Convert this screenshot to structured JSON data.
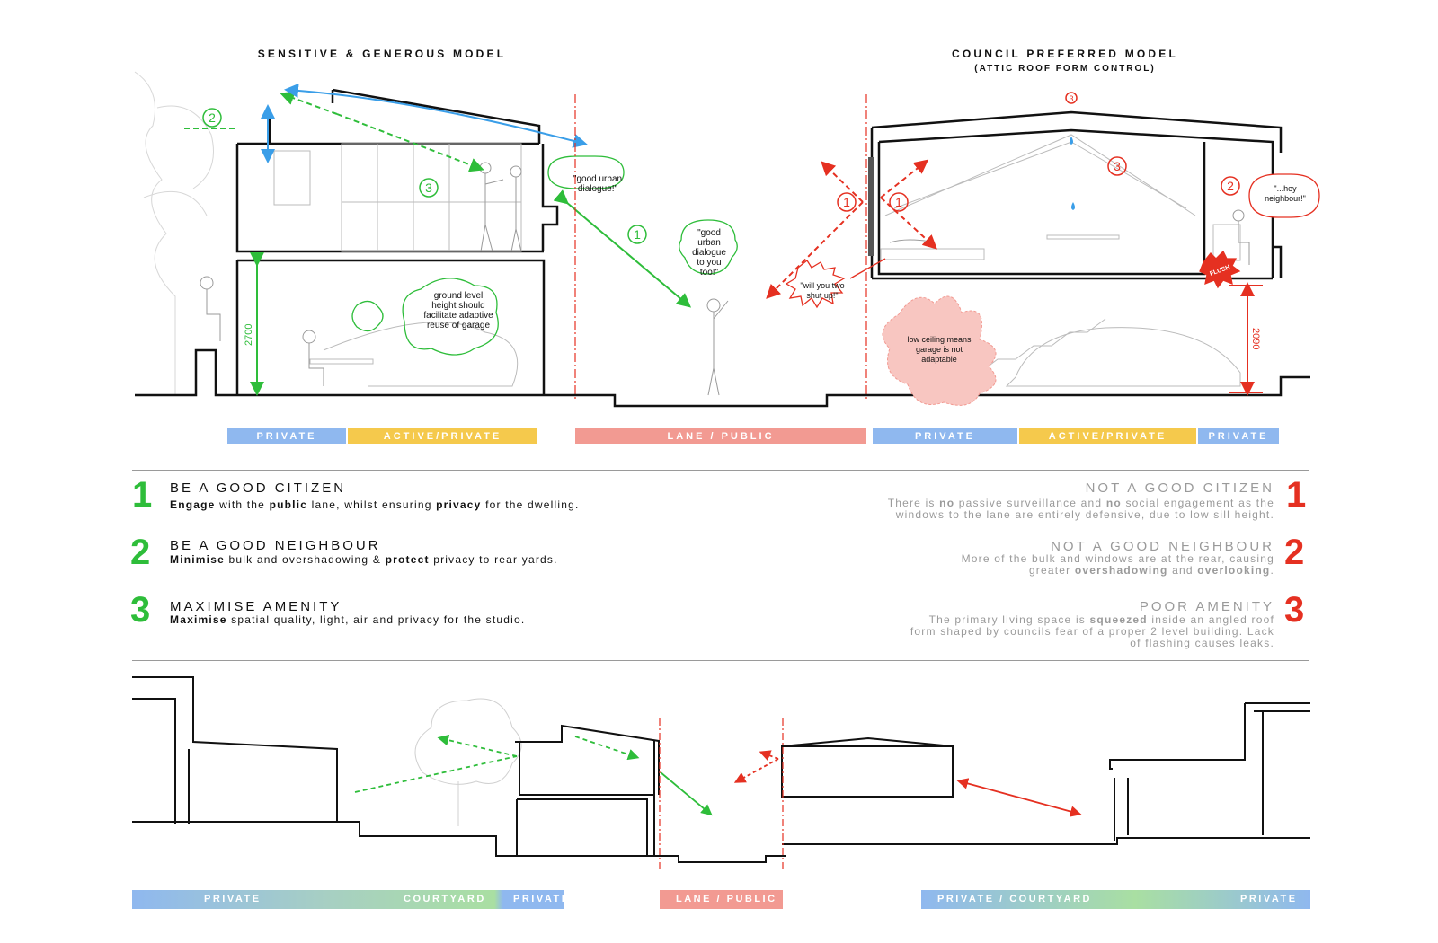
{
  "titles": {
    "left": "SENSITIVE & GENEROUS MODEL",
    "right": "COUNCIL PREFERRED MODEL",
    "right_sub": "(ATTIC ROOF FORM CONTROL)"
  },
  "section_labels": {
    "left_num_2": "2",
    "left_num_3": "3",
    "left_num_1": "1",
    "left_dim": "2700",
    "right_num_3_top": "3",
    "right_num_3": "3",
    "right_num_1a": "1",
    "right_num_1b": "1",
    "right_num_2": "2",
    "right_dim": "2090",
    "flush": "FLUSH"
  },
  "speech": {
    "urban_dialogue": "\"good urban dialogue!\"",
    "urban_dialogue_too": "\"good urban dialogue to you too!\"",
    "ground_level": "ground level height should facilitate adaptive reuse of garage",
    "shut_up": "\"will you two shut up!\"",
    "low_ceiling": "low ceiling means garage is not adaptable",
    "hey_neighbour": "\"...hey neighbour!\""
  },
  "bands_top": [
    {
      "label": "PRIVATE",
      "color": "#8fb8ef"
    },
    {
      "label": "ACTIVE/PRIVATE",
      "color": "#f5c94c"
    },
    {
      "label": "LANE / PUBLIC",
      "color": "#f29a92"
    },
    {
      "label": "PRIVATE",
      "color": "#8fb8ef"
    },
    {
      "label": "ACTIVE/PRIVATE",
      "color": "#f5c94c"
    },
    {
      "label": "PRIVATE",
      "color": "#8fb8ef"
    }
  ],
  "principles_good": [
    {
      "num": "1",
      "heading": "BE A GOOD CITIZEN",
      "parts": [
        [
          "Engage",
          true
        ],
        [
          " with the ",
          false
        ],
        [
          "public",
          true
        ],
        [
          " lane, whilst ensuring ",
          false
        ],
        [
          "privacy",
          true
        ],
        [
          " for the dwelling.",
          false
        ]
      ]
    },
    {
      "num": "2",
      "heading": "BE A GOOD NEIGHBOUR",
      "parts": [
        [
          "Minimise",
          true
        ],
        [
          " bulk and overshadowing & ",
          false
        ],
        [
          "protect",
          true
        ],
        [
          " privacy to rear yards.",
          false
        ]
      ]
    },
    {
      "num": "3",
      "heading": "MAXIMISE AMENITY",
      "parts": [
        [
          "Maximise",
          true
        ],
        [
          " spatial quality, light, air and privacy for the studio.",
          false
        ]
      ]
    }
  ],
  "principles_bad": [
    {
      "num": "1",
      "heading": "NOT A GOOD CITIZEN",
      "lines": [
        [
          [
            "There is ",
            false
          ],
          [
            "no",
            true
          ],
          [
            " passive surveillance and ",
            false
          ],
          [
            "no",
            true
          ],
          [
            " social engagement as the",
            false
          ]
        ],
        [
          [
            "windows to the lane are entirely defensive, due to low sill height.",
            false
          ]
        ]
      ]
    },
    {
      "num": "2",
      "heading": "NOT A GOOD NEIGHBOUR",
      "lines": [
        [
          [
            "More of the bulk and windows are at the rear, causing",
            false
          ]
        ],
        [
          [
            "greater ",
            false
          ],
          [
            "overshadowing",
            true
          ],
          [
            " and ",
            false
          ],
          [
            "overlooking",
            true
          ],
          [
            ".",
            false
          ]
        ]
      ]
    },
    {
      "num": "3",
      "heading": "POOR AMENITY",
      "lines": [
        [
          [
            "The primary living space is ",
            false
          ],
          [
            "squeezed",
            true
          ],
          [
            " inside an angled roof",
            false
          ]
        ],
        [
          [
            "form shaped by councils fear of a proper 2 level building. Lack",
            false
          ]
        ],
        [
          [
            "of flashing causes leaks.",
            false
          ]
        ]
      ]
    }
  ],
  "bands_bottom": {
    "left_private": "PRIVATE",
    "left_courtyard": "COURTYARD",
    "left_private2": "PRIVATE",
    "lane": "LANE / PUBLIC",
    "right_courtyard": "PRIVATE / COURTYARD",
    "right_private": "PRIVATE"
  },
  "colors": {
    "good": "#2ebd3a",
    "bad": "#e53021",
    "blue": "#3a9ee8",
    "private": "#8fb8ef",
    "active": "#f5c94c",
    "lane": "#f29a92"
  }
}
